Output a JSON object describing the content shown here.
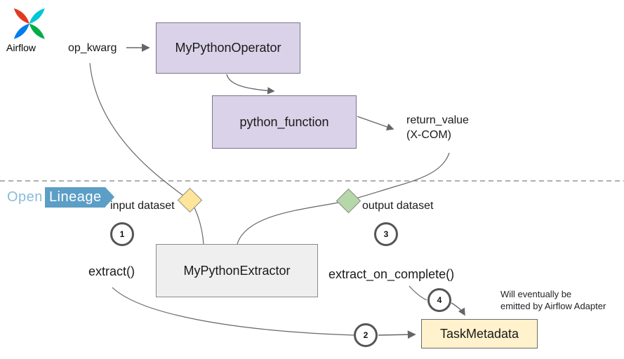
{
  "brand": {
    "airflow_label": "Airflow",
    "openlineage_open": "Open",
    "openlineage_lineage": "Lineage"
  },
  "airflow_layer": {
    "op_kwarg_label": "op_kwarg",
    "operator_node": "MyPythonOperator",
    "function_node": "python_function",
    "return_value_line1": "return_value",
    "return_value_line2": "(X-COM)"
  },
  "openlineage_layer": {
    "input_dataset_label": "input dataset",
    "output_dataset_label": "output dataset",
    "extractor_node": "MyPythonExtractor",
    "extract_method_label": "extract()",
    "extract_on_complete_method_label": "extract_on_complete()",
    "task_metadata_node": "TaskMetadata",
    "note_line1": "Will eventually be",
    "note_line2": "emitted by Airflow Adapter",
    "steps": [
      {
        "label": "1"
      },
      {
        "label": "2"
      },
      {
        "label": "3"
      },
      {
        "label": "4"
      }
    ]
  },
  "colors": {
    "operator_fill": "#d9d2e9",
    "extractor_fill": "#efefef",
    "task_metadata_fill": "#fff2cc",
    "input_diamond_fill": "#ffe599",
    "output_diamond_fill": "#b6d7a8",
    "openlineage_blue": "#5b9ec6",
    "connector_gray": "#666666",
    "airflow_red": "#e43921",
    "airflow_teal": "#00c7d4",
    "airflow_green": "#00ad46",
    "airflow_blue": "#017cee"
  }
}
